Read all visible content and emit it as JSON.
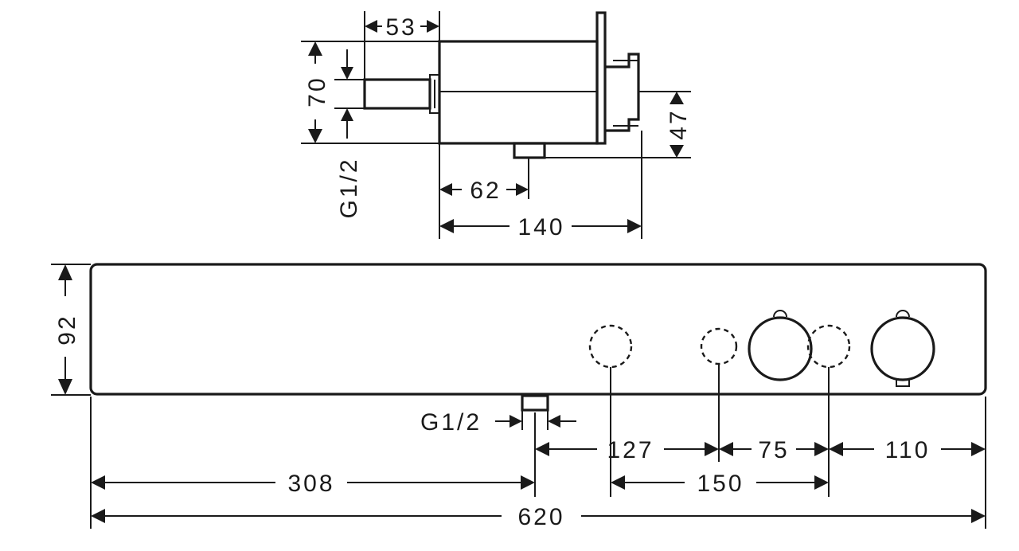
{
  "side_view": {
    "dim_depth_top": "53",
    "dim_height_left": "70",
    "dim_height_right": "47",
    "dim_outlet_offset": "62",
    "dim_total_depth": "140",
    "thread_label": "G1/2"
  },
  "front_view": {
    "dim_height": "92",
    "thread_label": "G1/2",
    "dim_outlet_to_center": "127",
    "dim_knob_spacing_small": "75",
    "dim_right_to_knob": "110",
    "dim_left_to_outlet": "308",
    "dim_center_spacing": "150",
    "dim_total_width": "620"
  }
}
